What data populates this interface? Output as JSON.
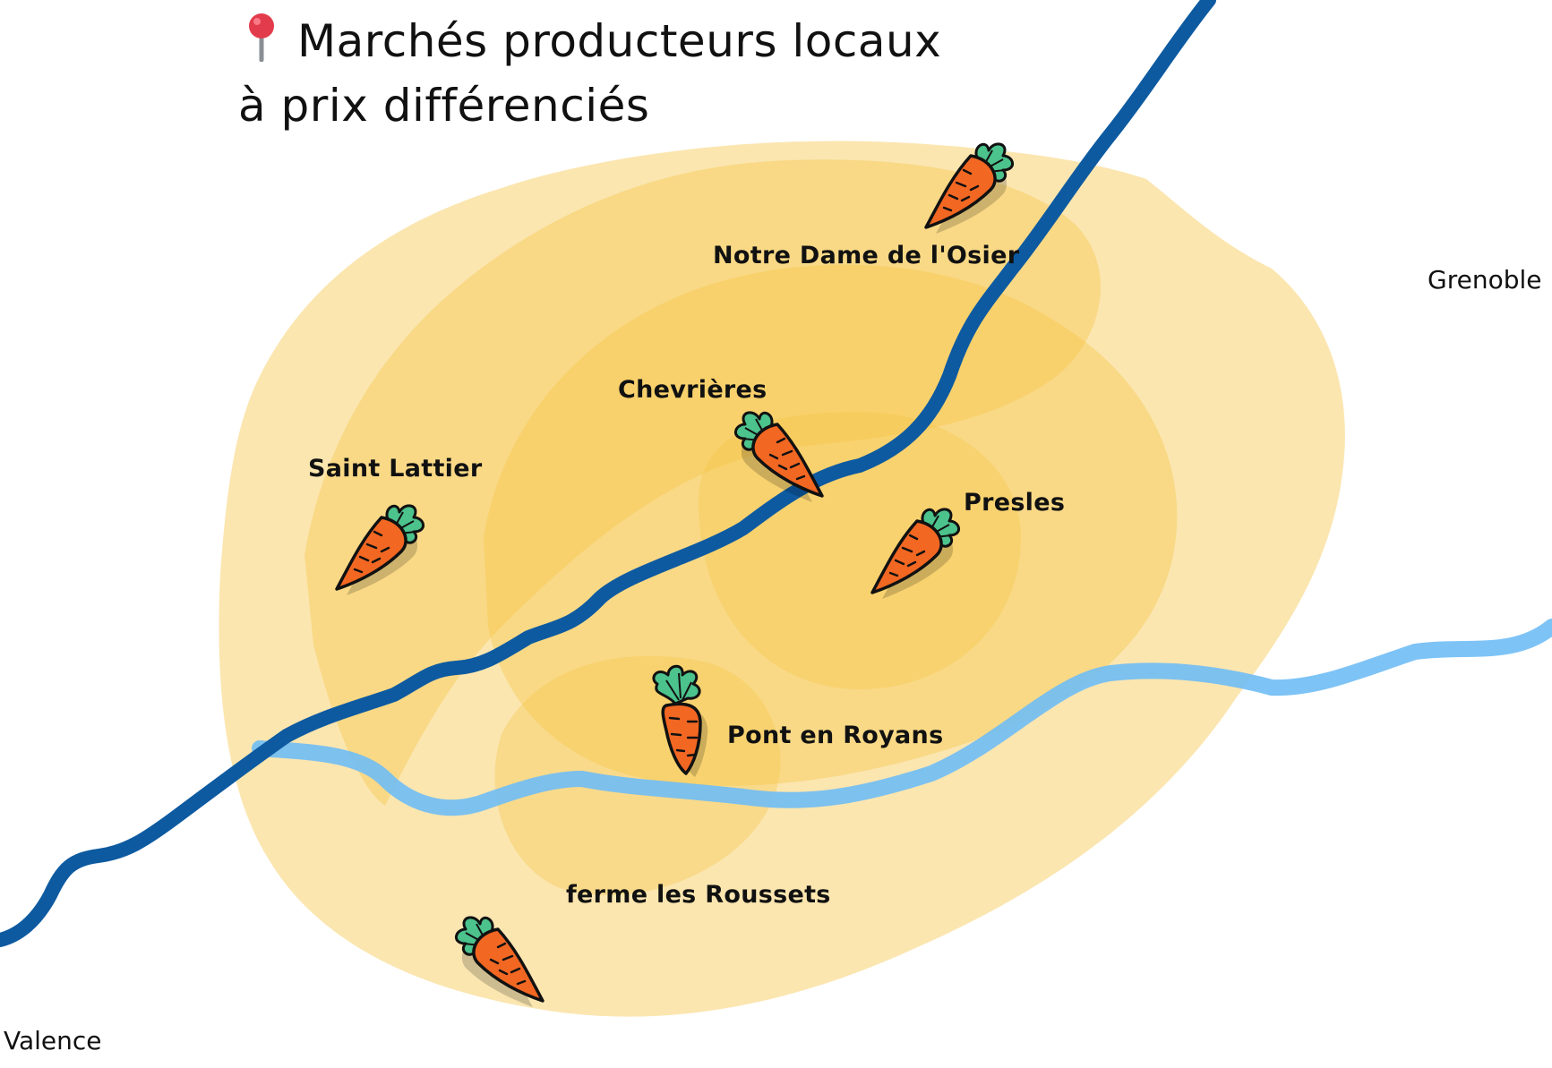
{
  "title": {
    "line1": "Marchés producteurs locaux",
    "line2": "à prix différenciés",
    "icon": "map-pin-icon",
    "pin_color": "#e23b4c"
  },
  "colors": {
    "zone_fill": "#f6c443",
    "river_main": "#0d5aa0",
    "river_secondary": "#6fbcf5",
    "carrot_body": "#f26722",
    "carrot_leaf": "#4cc28c",
    "outline": "#111111"
  },
  "markets": [
    {
      "id": "notre-dame-de-l-osier",
      "label": "Notre Dame de l'Osier",
      "icon": "carrot-icon"
    },
    {
      "id": "chevrieres",
      "label": "Chevrières",
      "icon": "carrot-icon"
    },
    {
      "id": "saint-lattier",
      "label": "Saint Lattier",
      "icon": "carrot-icon"
    },
    {
      "id": "presles",
      "label": "Presles",
      "icon": "carrot-icon"
    },
    {
      "id": "pont-en-royans",
      "label": "Pont en Royans",
      "icon": "carrot-icon"
    },
    {
      "id": "ferme-les-roussets",
      "label": "ferme les Roussets",
      "icon": "carrot-icon"
    }
  ],
  "cities": {
    "grenoble": "Grenoble",
    "valence": "Valence"
  }
}
